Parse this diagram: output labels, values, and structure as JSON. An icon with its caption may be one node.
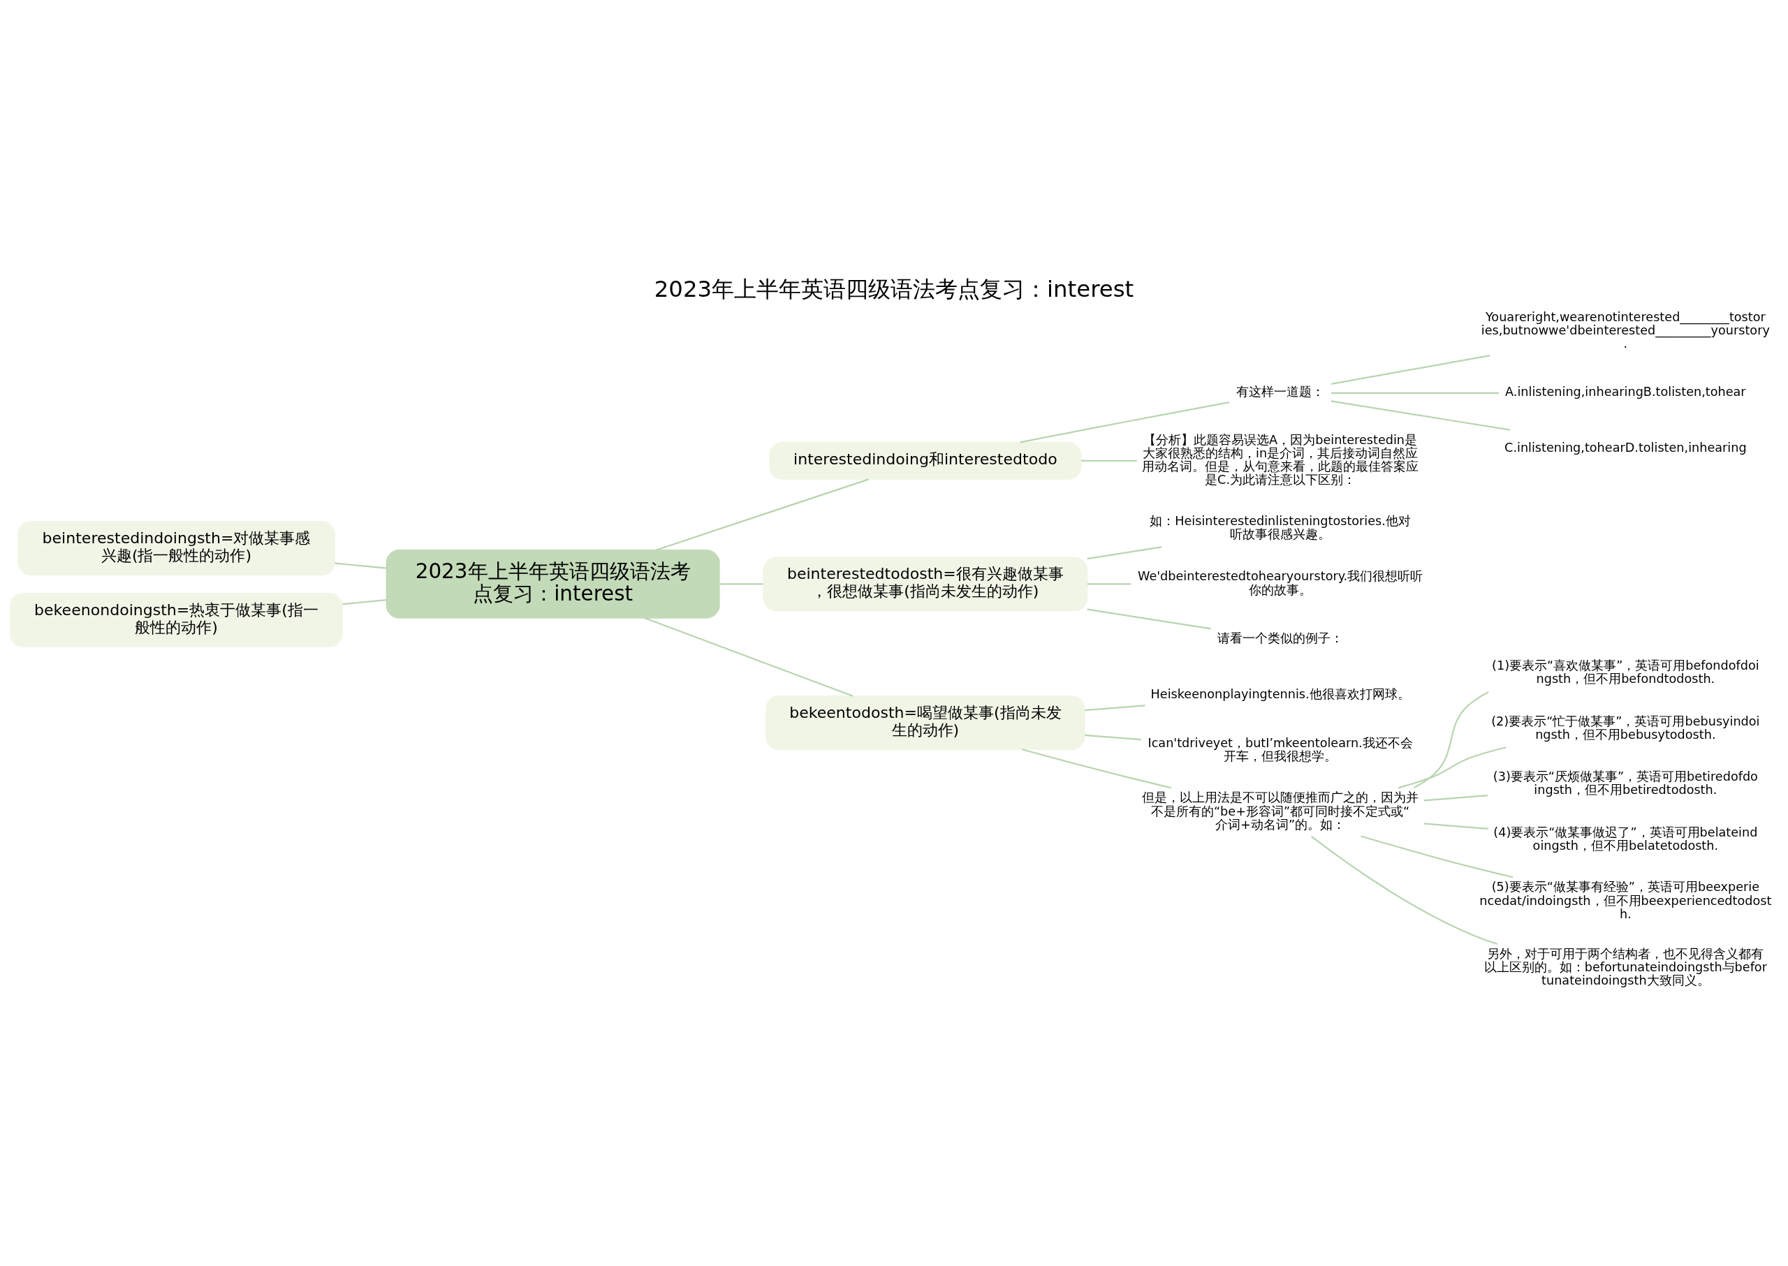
{
  "diagram": {
    "title": "2023年上半年英语四级语法考点复习：interest",
    "nodes": [
      {
        "text": [
          "2023年上半年英语四级语法考点复习：interest"
        ]
      },
      {
        "text": [
          "interestedindoing和interestedtodo"
        ]
      },
      {
        "text": [
          "有这样一道题："
        ]
      },
      {
        "text": [
          "Youareright,wearenotinterested________tostories,butnowwe'dbeinterested_________yourstory."
        ]
      },
      {
        "text": [
          "A.inlistening,inhearingB.tolisten,tohear"
        ]
      },
      {
        "text": [
          "C.inlistening,tohearD.tolisten,inhearing"
        ]
      },
      {
        "text": [
          "【分析】此题容易误选A，因为beinterestedin是大家很熟悉的结构，in是介词，其后接动词自然应用动名词。但是，从句意来看，此题的最佳答案应是C.为此请注意以下区别："
        ]
      },
      {
        "text": [
          "beinterestedtodosth=很有兴趣做某事，很想做某事(指尚未发生的动作)"
        ]
      },
      {
        "text": [
          "如：Heisinterestedinlisteningtostories.他对听故事很感兴趣。"
        ]
      },
      {
        "text": [
          "We'dbeinterestedtohearyourstory.我们很想听听你的故事。"
        ]
      },
      {
        "text": [
          "请看一个类似的例子："
        ]
      },
      {
        "text": [
          "bekeentodosth=喝望做某事(指尚未发生的动作)"
        ]
      },
      {
        "text": [
          "Heiskeenonplayingtennis.他很喜欢打网球。"
        ]
      },
      {
        "text": [
          "Ican'tdriveyet，butI’mkeentolearn.我还不会开车，但我很想学。"
        ]
      },
      {
        "text": [
          "但是，以上用法是不可以随便推而广之的，因为并不是所有的“be+形容词”都可同时接不定式或“介词+动名词”的。如："
        ]
      },
      {
        "text": [
          "(1)要表示“喜欢做某事”，英语可用befondofdoingsth，但不用befondtodosth."
        ]
      },
      {
        "text": [
          "(2)要表示“忙于做某事”，英语可用bebusyindoingsth，但不用bebusytodosth."
        ]
      },
      {
        "text": [
          "(3)要表示“厌烦做某事”，英语可用betiredofdoingsth，但不用betiredtodosth."
        ]
      },
      {
        "text": [
          "(4)要表示“做某事做迟了”，英语可用belateindoingsth，但不用belatetodosth."
        ]
      },
      {
        "text": [
          "(5)要表示“做某事有经验”，英语可用beexperiencedat/indoingsth，但不用beexperiencedtodosth."
        ]
      },
      {
        "text": [
          "另外，对于可用于两个结构者，也不见得含义都有以上区别的。如：befortunateindoingsth与befortunateindoingsth大致同义。"
        ]
      },
      {
        "text": [
          "beinterestedindoingsth=对做某事感兴趣(指一般性的动作)"
        ]
      },
      {
        "text": [
          "bekeenondoingsth=热衷于做某事(指一般性的动作)"
        ]
      }
    ],
    "edges": [
      {
        "from": 0,
        "to": 1,
        "arrow": "none"
      },
      {
        "from": 1,
        "to": 2,
        "arrow": "none"
      },
      {
        "from": 2,
        "to": 3,
        "arrow": "none"
      },
      {
        "from": 2,
        "to": 4,
        "arrow": "none"
      },
      {
        "from": 2,
        "to": 5,
        "arrow": "none"
      },
      {
        "from": 1,
        "to": 6,
        "arrow": "none"
      },
      {
        "from": 0,
        "to": 7,
        "arrow": "none"
      },
      {
        "from": 7,
        "to": 8,
        "arrow": "none"
      },
      {
        "from": 7,
        "to": 9,
        "arrow": "none"
      },
      {
        "from": 7,
        "to": 10,
        "arrow": "none"
      },
      {
        "from": 0,
        "to": 11,
        "arrow": "none"
      },
      {
        "from": 11,
        "to": 12,
        "arrow": "none"
      },
      {
        "from": 11,
        "to": 13,
        "arrow": "none"
      },
      {
        "from": 11,
        "to": 14,
        "arrow": "none"
      },
      {
        "from": 14,
        "to": 15,
        "arrow": "none"
      },
      {
        "from": 14,
        "to": 16,
        "arrow": "none"
      },
      {
        "from": 14,
        "to": 17,
        "arrow": "none"
      },
      {
        "from": 14,
        "to": 18,
        "arrow": "none"
      },
      {
        "from": 14,
        "to": 19,
        "arrow": "none"
      },
      {
        "from": 14,
        "to": 20,
        "arrow": "none"
      },
      {
        "from": 0,
        "to": 21,
        "arrow": "none"
      },
      {
        "from": 0,
        "to": 22,
        "arrow": "none"
      }
    ]
  }
}
